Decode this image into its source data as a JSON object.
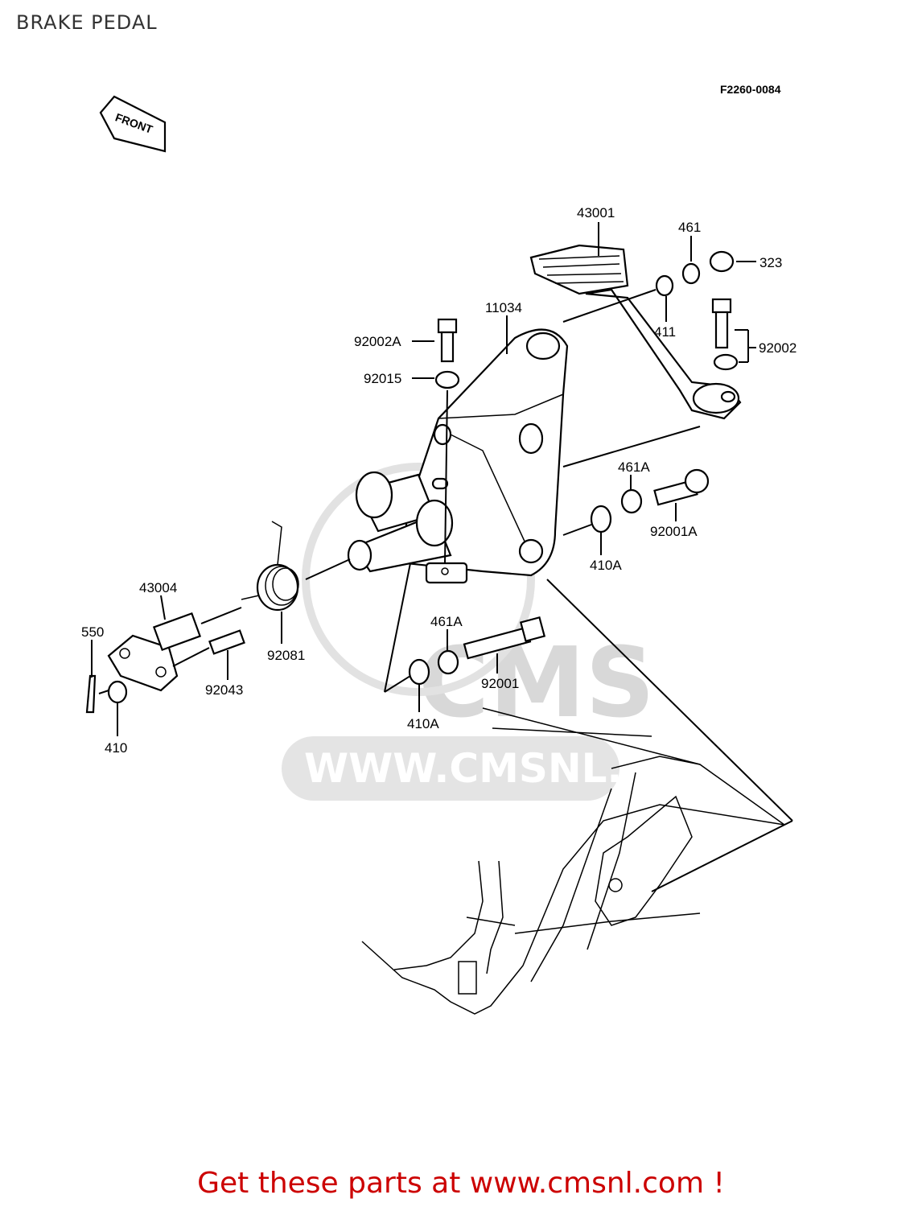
{
  "page": {
    "title": "BRAKE PEDAL"
  },
  "figure": {
    "code": "F2260-0084",
    "direction_tag": "FRONT"
  },
  "watermark": {
    "text": "WWW.CMSNL.COM",
    "logo_text": "CMS"
  },
  "parts": {
    "p43001": "43001",
    "p461": "461",
    "p323": "323",
    "p411": "411",
    "p11034": "11034",
    "p92002A": "92002A",
    "p92002": "92002",
    "p92015": "92015",
    "p461A_1": "461A",
    "p92001A": "92001A",
    "p410A_1": "410A",
    "p43004": "43004",
    "p550": "550",
    "p92081": "92081",
    "p92043": "92043",
    "p410": "410",
    "p461A_2": "461A",
    "p92001": "92001",
    "p410A_2": "410A"
  },
  "footer": {
    "promo": "Get these parts at www.cmsnl.com !"
  },
  "colors": {
    "promo": "#cc0000",
    "line": "#000000",
    "watermark": "#d8d8d8"
  }
}
